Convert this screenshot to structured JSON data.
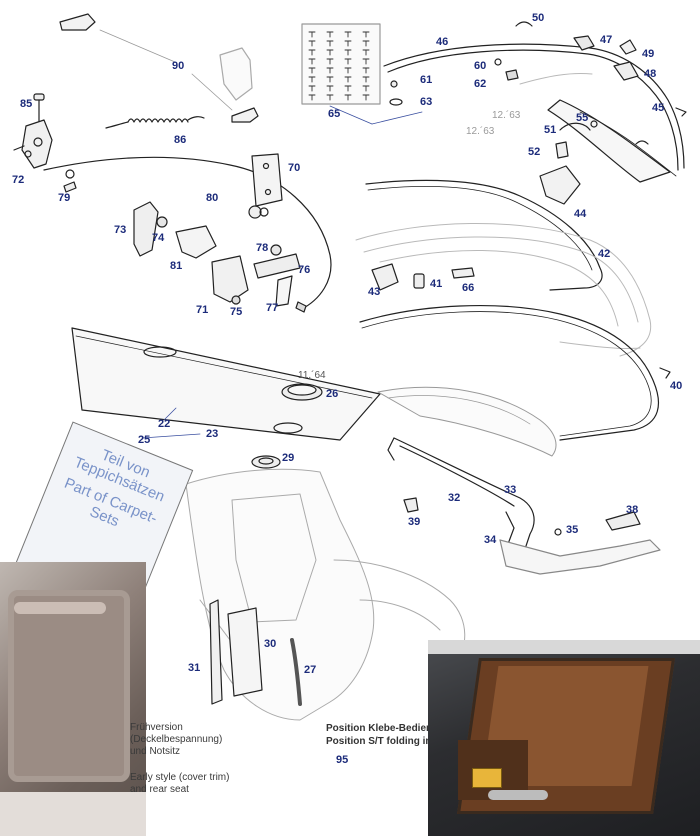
{
  "colors": {
    "label": "#1c2b7a",
    "line": "#222222",
    "faint": "#b9b9b9",
    "note": "#9a9a9a",
    "carpet_text": "#7a93c9"
  },
  "parts": [
    {
      "id": "p90",
      "n": "90"
    },
    {
      "id": "p86",
      "n": "86"
    },
    {
      "id": "p85",
      "n": "85"
    },
    {
      "id": "p72",
      "n": "72"
    },
    {
      "id": "p79",
      "n": "79"
    },
    {
      "id": "p80",
      "n": "80"
    },
    {
      "id": "p70",
      "n": "70"
    },
    {
      "id": "p73",
      "n": "73"
    },
    {
      "id": "p74",
      "n": "74"
    },
    {
      "id": "p81",
      "n": "81"
    },
    {
      "id": "p78",
      "n": "78"
    },
    {
      "id": "p76",
      "n": "76"
    },
    {
      "id": "p71",
      "n": "71"
    },
    {
      "id": "p75",
      "n": "75"
    },
    {
      "id": "p77",
      "n": "77"
    },
    {
      "id": "p65",
      "n": "65"
    },
    {
      "id": "p61",
      "n": "61"
    },
    {
      "id": "p63",
      "n": "63"
    },
    {
      "id": "p50",
      "n": "50"
    },
    {
      "id": "p46",
      "n": "46"
    },
    {
      "id": "p47",
      "n": "47"
    },
    {
      "id": "p49",
      "n": "49"
    },
    {
      "id": "p48",
      "n": "48"
    },
    {
      "id": "p60",
      "n": "60"
    },
    {
      "id": "p62",
      "n": "62"
    },
    {
      "id": "p45",
      "n": "45"
    },
    {
      "id": "p55",
      "n": "55"
    },
    {
      "id": "p51",
      "n": "51"
    },
    {
      "id": "p52",
      "n": "52"
    },
    {
      "id": "p44",
      "n": "44"
    },
    {
      "id": "p42",
      "n": "42"
    },
    {
      "id": "p43",
      "n": "43"
    },
    {
      "id": "p41",
      "n": "41"
    },
    {
      "id": "p66",
      "n": "66"
    },
    {
      "id": "p40",
      "n": "40"
    },
    {
      "id": "p26",
      "n": "26"
    },
    {
      "id": "p22",
      "n": "22"
    },
    {
      "id": "p25",
      "n": "25"
    },
    {
      "id": "p23",
      "n": "23"
    },
    {
      "id": "p29",
      "n": "29"
    },
    {
      "id": "p33",
      "n": "33"
    },
    {
      "id": "p32",
      "n": "32"
    },
    {
      "id": "p38",
      "n": "38"
    },
    {
      "id": "p39",
      "n": "39"
    },
    {
      "id": "p35",
      "n": "35"
    },
    {
      "id": "p34",
      "n": "34"
    },
    {
      "id": "p31",
      "n": "31"
    },
    {
      "id": "p30",
      "n": "30"
    },
    {
      "id": "p27",
      "n": "27"
    },
    {
      "id": "p95",
      "n": "95"
    }
  ],
  "notes": {
    "date_1": "12.´63",
    "date_2": "12.´63",
    "date_3": "11.´64"
  },
  "carpet_label": {
    "de": "Teil von Teppichsätzen",
    "en": "Part of Carpet-Sets"
  },
  "early_caption": {
    "de": "Frühversion (Deckelbespannung) und Notsitz",
    "en": "Early style (cover trim) and rear seat"
  },
  "position_caption": {
    "de": "Position Klebe-Bedienhinweis",
    "en": "Position S/T folding info"
  }
}
